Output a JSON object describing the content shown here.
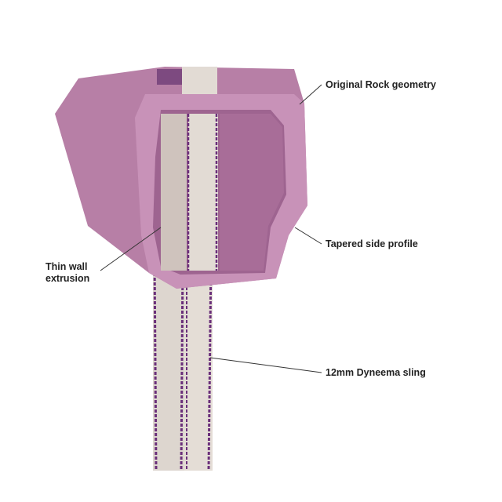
{
  "labels": {
    "original_geometry": "Original Rock geometry",
    "tapered_profile": "Tapered side profile",
    "thin_wall_line1": "Thin wall",
    "thin_wall_line2": "extrusion",
    "sling": "12mm Dyneema sling"
  },
  "colors": {
    "chock": "#b77fa6",
    "chock_face": "#c892b8",
    "chock_inner": "#9e6490",
    "sling": "#ddd6cf",
    "stitch": "#6a2f7a",
    "callout": "#333333"
  }
}
